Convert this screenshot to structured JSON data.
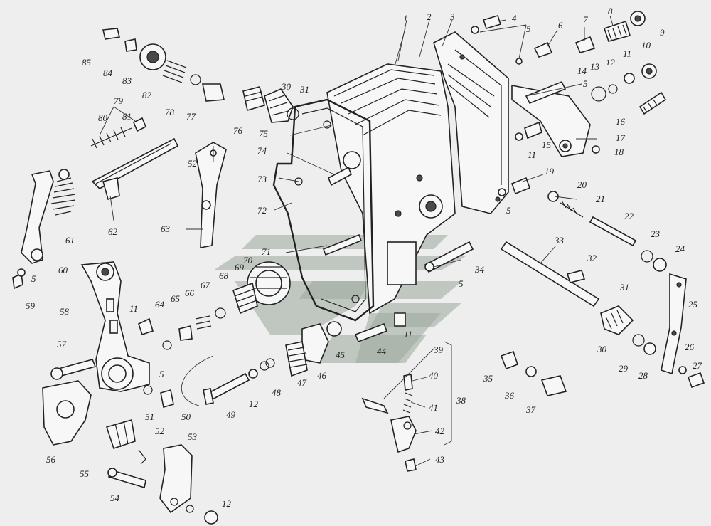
{
  "colors": {
    "background": "#eeeeee",
    "ink": "#222222",
    "watermark": "#9aa79a"
  },
  "watermark": {
    "icon": "stylized-E-logo-watermark"
  },
  "callouts": [
    {
      "id": "c1",
      "text": "1"
    },
    {
      "id": "c2",
      "text": "2"
    },
    {
      "id": "c3",
      "text": "3"
    },
    {
      "id": "c4",
      "text": "4"
    },
    {
      "id": "c5a",
      "text": "5"
    },
    {
      "id": "c6",
      "text": "6"
    },
    {
      "id": "c7",
      "text": "7"
    },
    {
      "id": "c8",
      "text": "8"
    },
    {
      "id": "c9",
      "text": "9"
    },
    {
      "id": "c10",
      "text": "10"
    },
    {
      "id": "c11a",
      "text": "11"
    },
    {
      "id": "c12a",
      "text": "12"
    },
    {
      "id": "c13",
      "text": "13"
    },
    {
      "id": "c14",
      "text": "14"
    },
    {
      "id": "c5b",
      "text": "5"
    },
    {
      "id": "c16",
      "text": "16"
    },
    {
      "id": "c17a",
      "text": "17"
    },
    {
      "id": "c15",
      "text": "15"
    },
    {
      "id": "c11b",
      "text": "11"
    },
    {
      "id": "c18",
      "text": "18"
    },
    {
      "id": "c19",
      "text": "19"
    },
    {
      "id": "c20",
      "text": "20"
    },
    {
      "id": "c21",
      "text": "21"
    },
    {
      "id": "c5c",
      "text": "5"
    },
    {
      "id": "c22",
      "text": "22"
    },
    {
      "id": "c23",
      "text": "23"
    },
    {
      "id": "c24",
      "text": "24"
    },
    {
      "id": "c33",
      "text": "33"
    },
    {
      "id": "c32",
      "text": "32"
    },
    {
      "id": "c25",
      "text": "25"
    },
    {
      "id": "c31a",
      "text": "31"
    },
    {
      "id": "c30a",
      "text": "30"
    },
    {
      "id": "c29",
      "text": "29"
    },
    {
      "id": "c28",
      "text": "28"
    },
    {
      "id": "c26",
      "text": "26"
    },
    {
      "id": "c27",
      "text": "27"
    },
    {
      "id": "c34",
      "text": "34"
    },
    {
      "id": "c5d",
      "text": "5"
    },
    {
      "id": "c35",
      "text": "35"
    },
    {
      "id": "c36",
      "text": "36"
    },
    {
      "id": "c37",
      "text": "37"
    },
    {
      "id": "c39",
      "text": "39"
    },
    {
      "id": "c40",
      "text": "40"
    },
    {
      "id": "c41",
      "text": "41"
    },
    {
      "id": "c38",
      "text": "38"
    },
    {
      "id": "c42",
      "text": "42"
    },
    {
      "id": "c43",
      "text": "43"
    },
    {
      "id": "c11c",
      "text": "11"
    },
    {
      "id": "c44",
      "text": "44"
    },
    {
      "id": "c45",
      "text": "45"
    },
    {
      "id": "c46",
      "text": "46"
    },
    {
      "id": "c47",
      "text": "47"
    },
    {
      "id": "c48",
      "text": "48"
    },
    {
      "id": "c12b",
      "text": "12"
    },
    {
      "id": "c49",
      "text": "49"
    },
    {
      "id": "c50",
      "text": "50"
    },
    {
      "id": "c85",
      "text": "85"
    },
    {
      "id": "c84",
      "text": "84"
    },
    {
      "id": "c83",
      "text": "83"
    },
    {
      "id": "c82",
      "text": "82"
    },
    {
      "id": "c78",
      "text": "78"
    },
    {
      "id": "c77",
      "text": "77"
    },
    {
      "id": "c79",
      "text": "79"
    },
    {
      "id": "c80",
      "text": "80"
    },
    {
      "id": "c81",
      "text": "81"
    },
    {
      "id": "c76",
      "text": "76"
    },
    {
      "id": "c30b",
      "text": "30"
    },
    {
      "id": "c31b",
      "text": "31"
    },
    {
      "id": "c75",
      "text": "75"
    },
    {
      "id": "c74",
      "text": "74"
    },
    {
      "id": "c73",
      "text": "73"
    },
    {
      "id": "c72",
      "text": "72"
    },
    {
      "id": "c52a",
      "text": "52"
    },
    {
      "id": "c62",
      "text": "62"
    },
    {
      "id": "c63",
      "text": "63"
    },
    {
      "id": "c61",
      "text": "61"
    },
    {
      "id": "c60",
      "text": "60"
    },
    {
      "id": "c5e",
      "text": "5"
    },
    {
      "id": "c59",
      "text": "59"
    },
    {
      "id": "c71",
      "text": "71"
    },
    {
      "id": "c70",
      "text": "70"
    },
    {
      "id": "c69",
      "text": "69"
    },
    {
      "id": "c68",
      "text": "68"
    },
    {
      "id": "c67",
      "text": "67"
    },
    {
      "id": "c66",
      "text": "66"
    },
    {
      "id": "c65",
      "text": "65"
    },
    {
      "id": "c64",
      "text": "64"
    },
    {
      "id": "c11d",
      "text": "11"
    },
    {
      "id": "c58",
      "text": "58"
    },
    {
      "id": "c57",
      "text": "57"
    },
    {
      "id": "c5f",
      "text": "5"
    },
    {
      "id": "c56",
      "text": "56"
    },
    {
      "id": "c55",
      "text": "55"
    },
    {
      "id": "c51",
      "text": "51"
    },
    {
      "id": "c52b",
      "text": "52"
    },
    {
      "id": "c53",
      "text": "53"
    },
    {
      "id": "c54",
      "text": "54"
    },
    {
      "id": "c12c",
      "text": "12"
    }
  ]
}
